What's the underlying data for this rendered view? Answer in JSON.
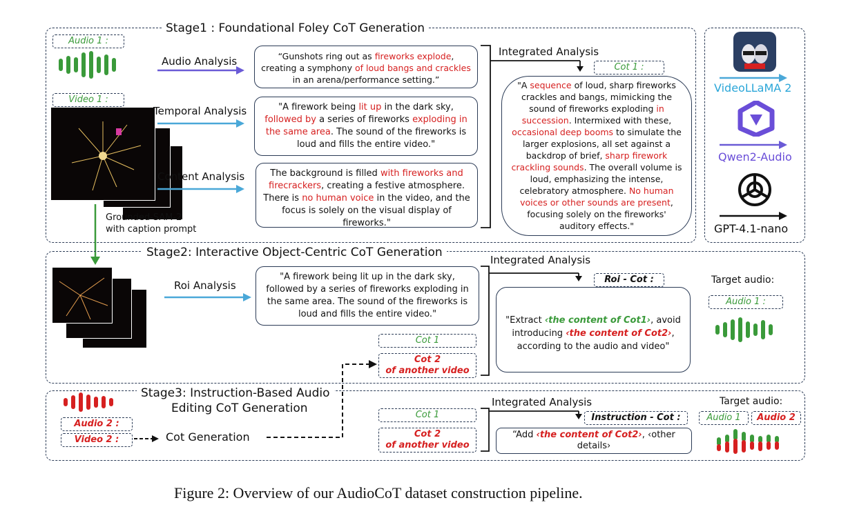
{
  "stage1": {
    "title": "Stage1 : Foundational Foley CoT Generation",
    "audio_tag": "Audio 1 :",
    "video_tag": "Video 1 :",
    "grounded_label": "Grounded-SAM-2\nwith caption prompt",
    "audio_analysis": "Audio Analysis",
    "temporal_analysis": "Temporal Analysis",
    "content_analysis": "Content Analysis",
    "integrated_analysis": "Integrated Analysis",
    "cot_tag": "Cot 1 :"
  },
  "stage2": {
    "title": "Stage2: Interactive Object-Centric CoT Generation",
    "roi_analysis": "Roi Analysis",
    "roi_text": "\"A firework being lit up in the dark sky, followed by a series of fireworks exploding in the same area. The sound of the fireworks is loud and fills the entire video.\"",
    "integrated_analysis": "Integrated Analysis",
    "roi_cot_tag": "Roi - Cot :",
    "cot1": "Cot 1",
    "cot2_line1": "Cot 2",
    "cot2_line2": "of another video",
    "target_audio": "Target audio:",
    "audio_tag": "Audio 1 :"
  },
  "stage3": {
    "title_line1": "Stage3: Instruction-Based Audio",
    "title_line2": "Editing CoT Generation",
    "audio_tag": "Audio 2 :",
    "video_tag": "Video 2 :",
    "cot_generation": "Cot Generation",
    "integrated_analysis": "Integrated Analysis",
    "instruction_tag": "Instruction - Cot :",
    "cot1": "Cot 1",
    "cot2_line1": "Cot 2",
    "cot2_line2": "of another video",
    "target_audio": "Target audio:",
    "audio1_tag": "Audio 1",
    "audio2_tag": "Audio 2"
  },
  "models": {
    "videollama": "VideoLLaMA 2",
    "qwen": "Qwen2-Audio",
    "gpt": "GPT-4.1-nano"
  },
  "caption": "Figure 2: Overview of our AudioCoT dataset construction pipeline.",
  "colors": {
    "red": "#d62020",
    "green": "#3a9a3a",
    "blue_arrow": "#4aa8d8",
    "purple_arrow": "#6a5ad6",
    "videollama": "#2aa6d8",
    "qwen": "#6a4ed8"
  }
}
